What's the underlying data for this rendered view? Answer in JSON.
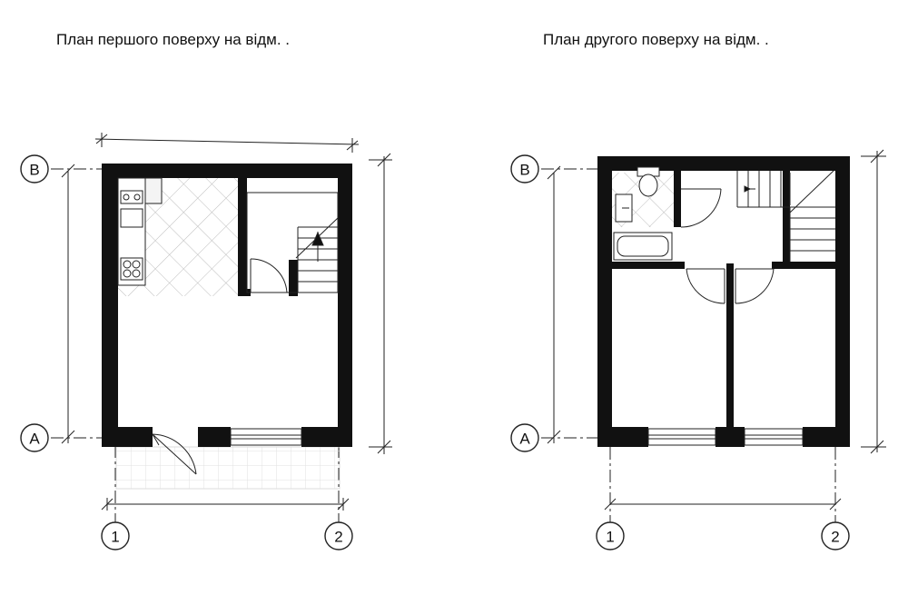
{
  "plans": [
    {
      "title": "План першого поверху на відм. ."
    },
    {
      "title": "План другого поверху на відм. ."
    }
  ],
  "axes": {
    "rows": [
      "В",
      "А"
    ],
    "cols": [
      "1",
      "2"
    ]
  },
  "colors": {
    "wall": "#111111",
    "hatch": "#c8c8c8",
    "line": "#222222"
  }
}
